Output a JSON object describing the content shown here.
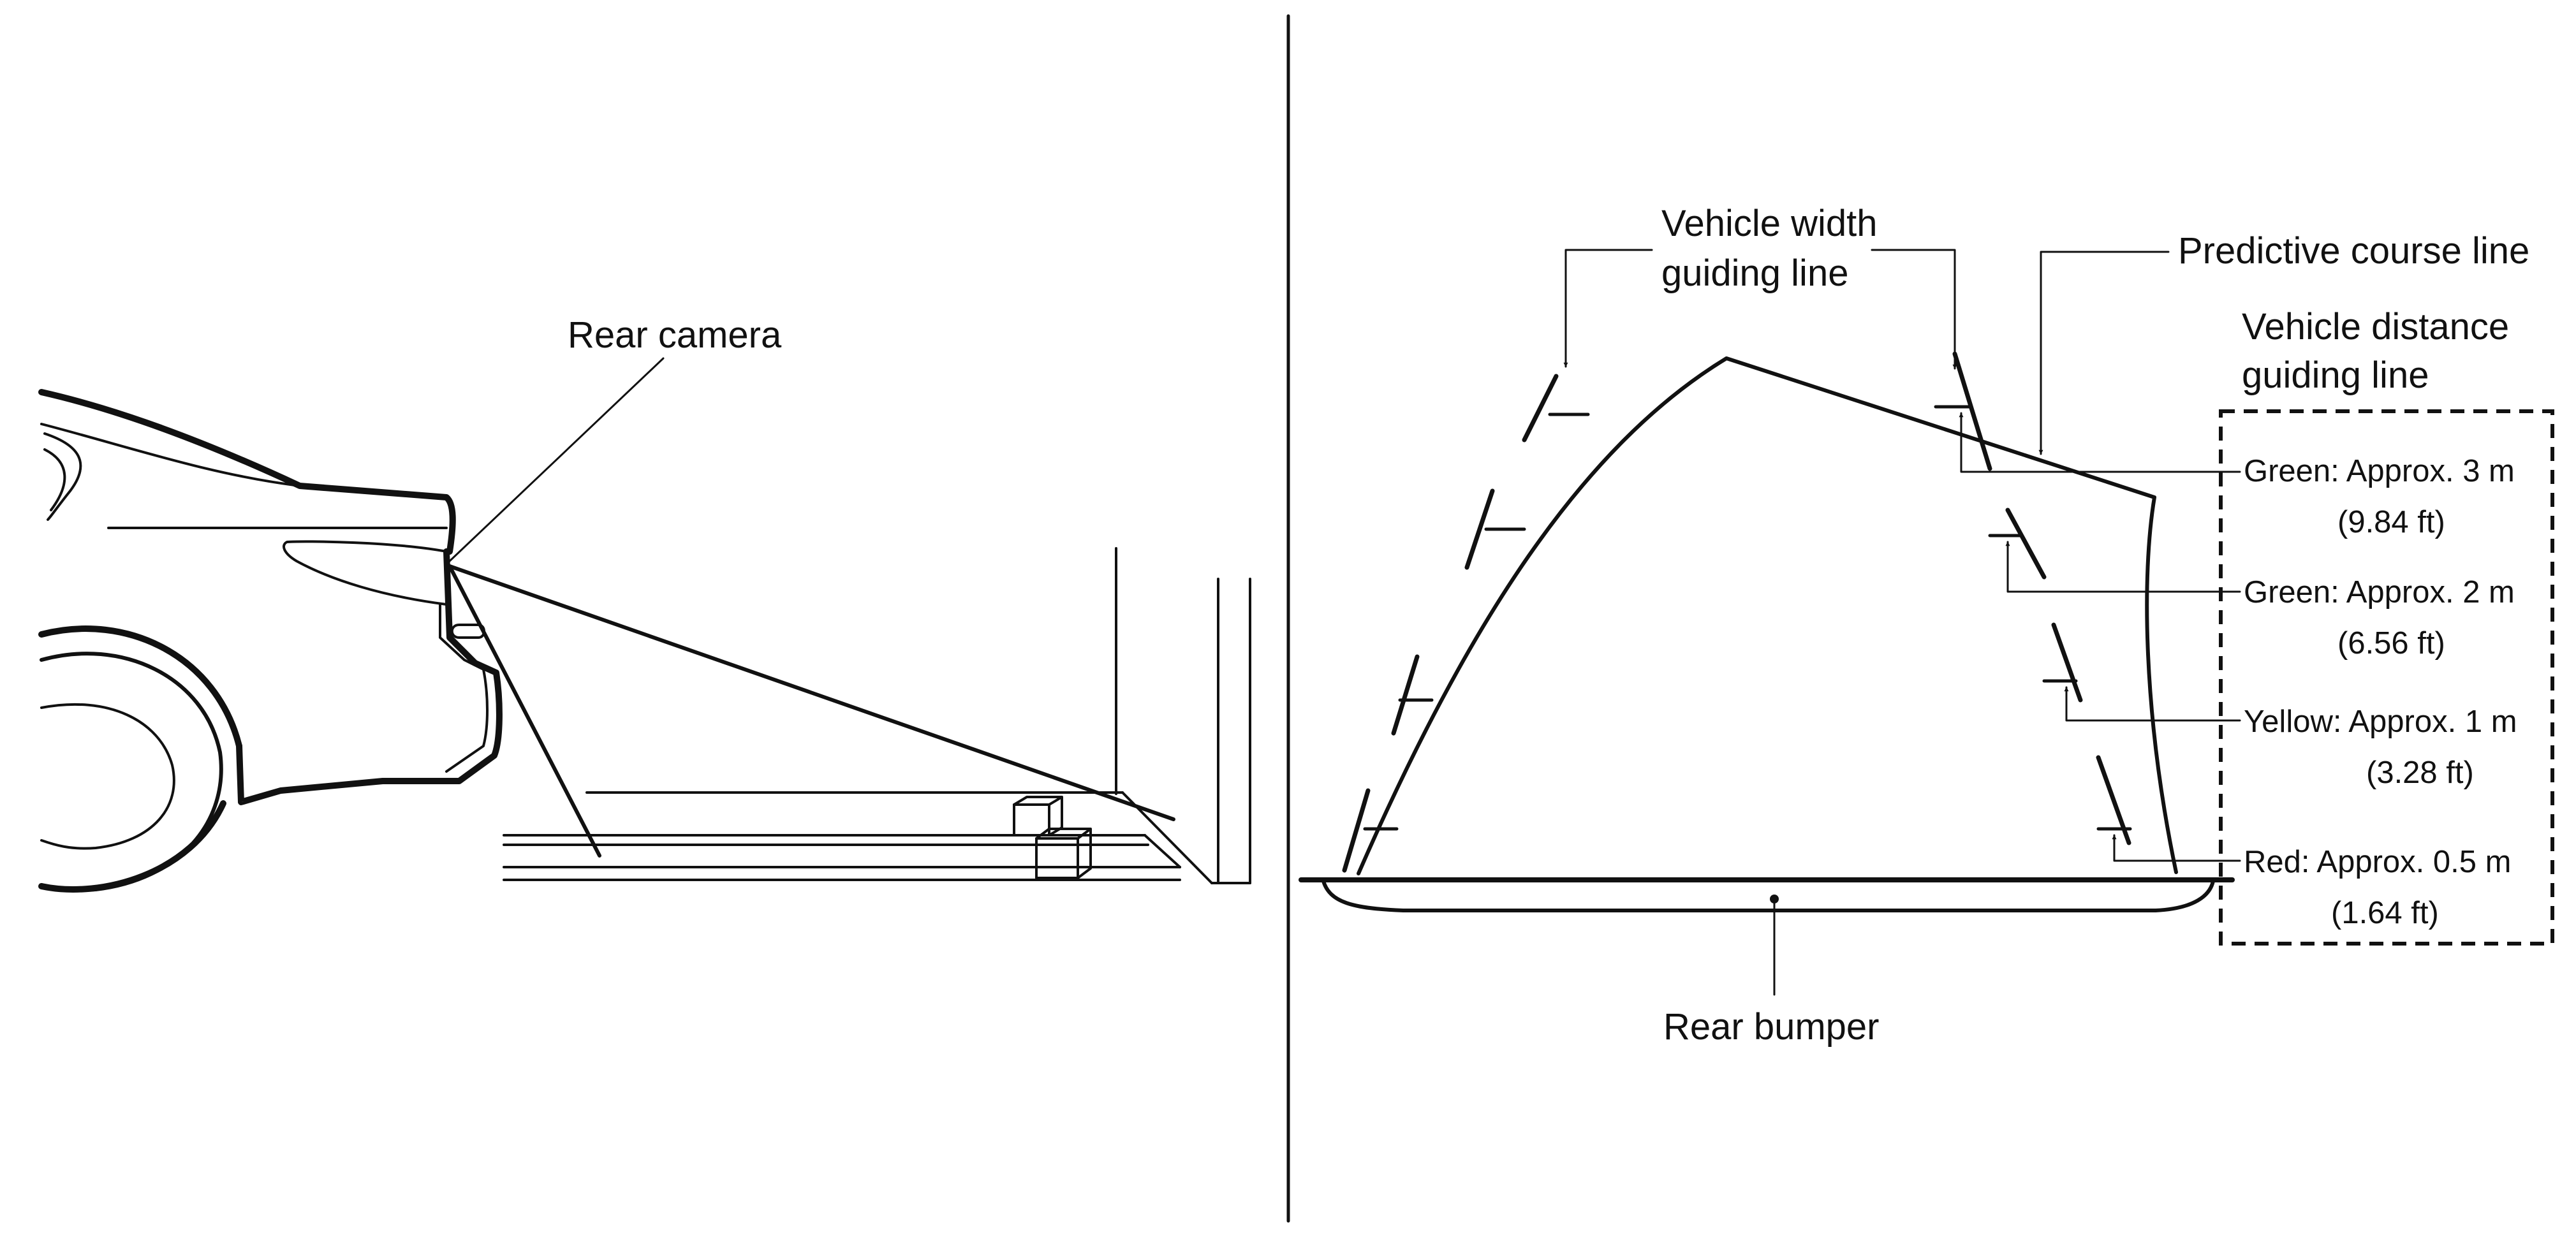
{
  "left_view": {
    "rear_camera_label": "Rear camera"
  },
  "right_view": {
    "vehicle_width_guiding_line_label": [
      "Vehicle width",
      "guiding line"
    ],
    "predictive_course_line_label": "Predictive course line",
    "vehicle_distance_guiding_line_label": [
      "Vehicle distance",
      "guiding line"
    ],
    "rear_bumper_label": "Rear bumper",
    "distance_markers": [
      {
        "line1": "Green: Approx. 3 m",
        "line2": "(9.84 ft)"
      },
      {
        "line1": "Green: Approx. 2 m",
        "line2": "(6.56 ft)"
      },
      {
        "line1": "Yellow: Approx. 1 m",
        "line2": "(3.28 ft)"
      },
      {
        "line1": "Red: Approx. 0.5 m",
        "line2": "(1.64 ft)"
      }
    ]
  }
}
